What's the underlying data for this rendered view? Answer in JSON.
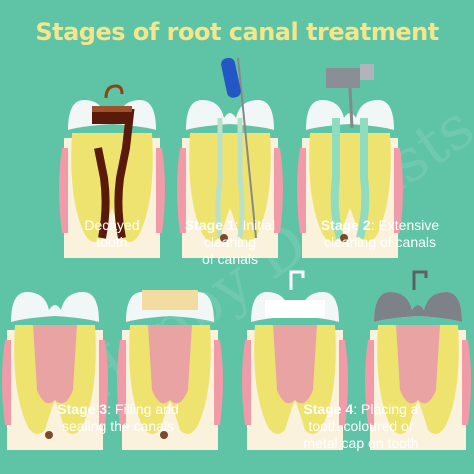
{
  "title": "Stages of root canal treatment",
  "watermark": "Happy Dentists",
  "stages": [
    {
      "bold": "",
      "text": "Decayed",
      "text2": "tooth"
    },
    {
      "bold": "Stage 1",
      "text": ": Initial",
      "text2": "cleaning",
      "text3": "of canals"
    },
    {
      "bold": "Stage 2",
      "text": ": Extensive",
      "text2": "cleaning of canals"
    },
    {
      "bold": "Stage 3",
      "text": ": Filling and",
      "text2": "sealing the canals"
    },
    {
      "bold": "Stage 4",
      "text": ": Placing a",
      "text2": "tooth coloured or",
      "text3": "metal cap on tooth"
    }
  ],
  "colors": {
    "background": "#5fc3a5",
    "title": "#f4e68c",
    "enamel": "#f1f6f7",
    "dentin": "#eee7a6",
    "pulp": "#e9a3a3",
    "gum": "#f19aa8"
  }
}
